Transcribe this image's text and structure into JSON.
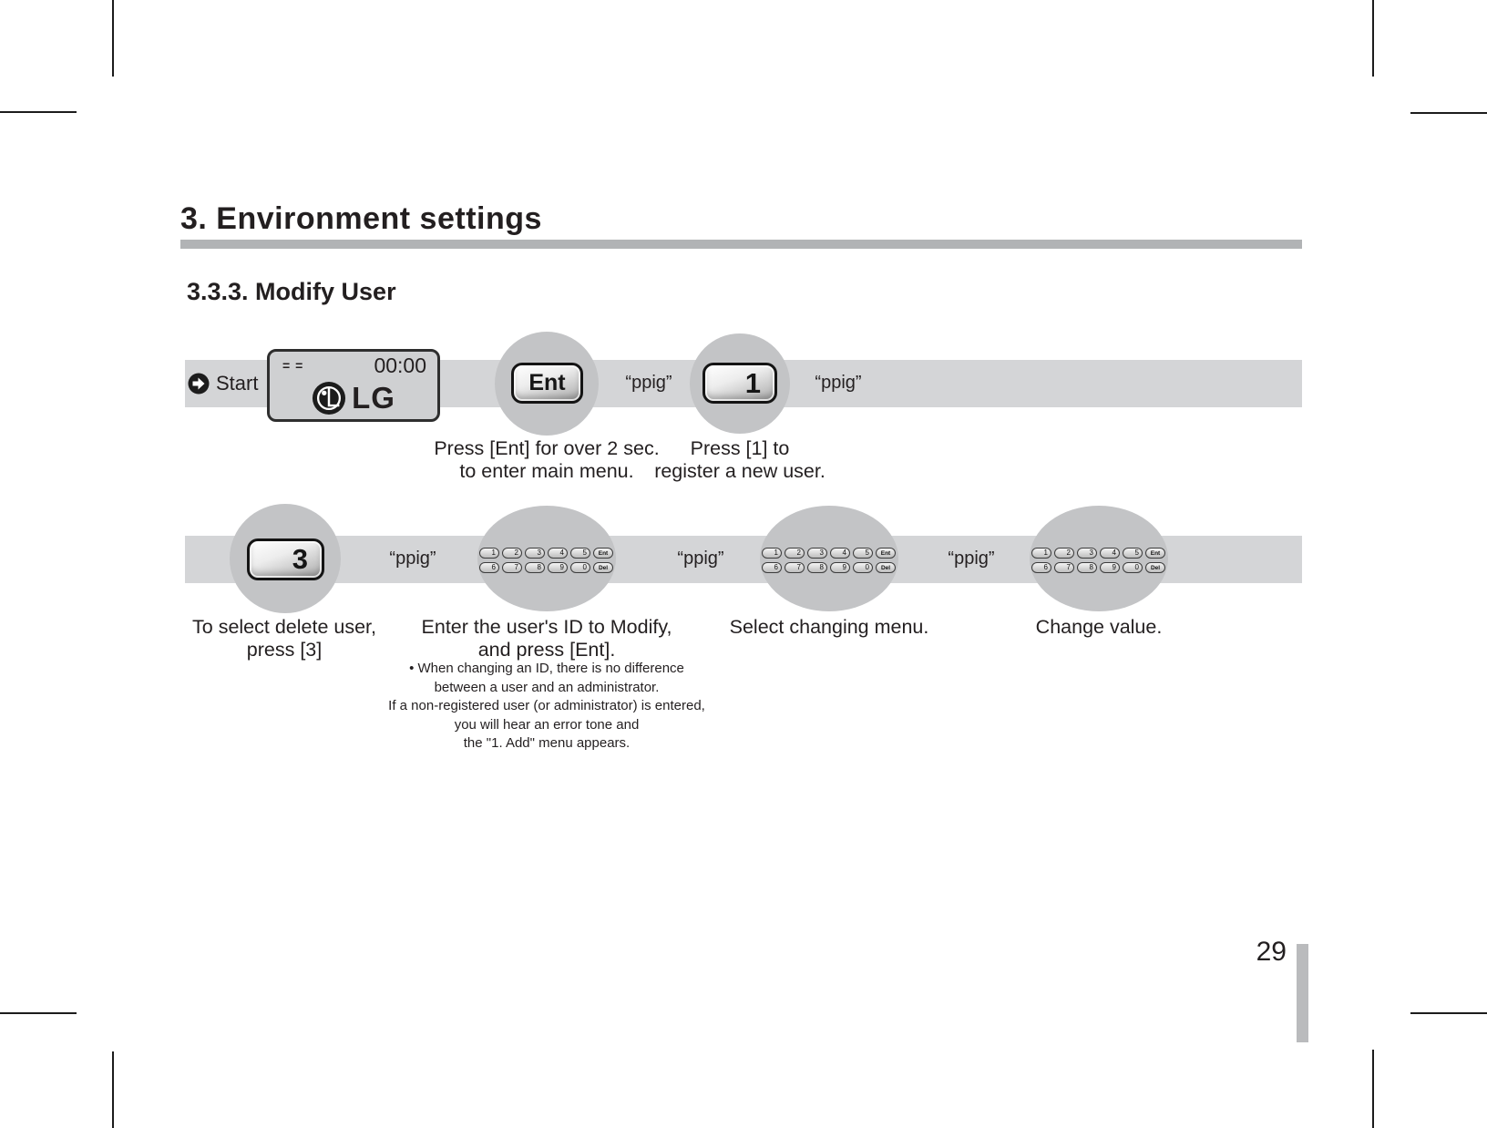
{
  "page": {
    "title": "3. Environment settings",
    "section": "3.3.3. Modify User",
    "page_number": "29",
    "colors": {
      "band_gray": "#d4d5d7",
      "circle_gray": "#c3c4c6",
      "title_bar_gray": "#b1b3b5",
      "page_bar_gray": "#babbbd",
      "text": "#231f20"
    }
  },
  "start": {
    "label": "Start"
  },
  "device": {
    "status": "= =",
    "time": "00:00",
    "brand": "LG"
  },
  "keypad": {
    "row1": [
      "1",
      "2",
      "3",
      "4",
      "5",
      "Ent"
    ],
    "row2": [
      "6",
      "7",
      "8",
      "9",
      "0",
      "Del"
    ]
  },
  "flow1": {
    "ent_button": "Ent",
    "one_button": "1",
    "signals": [
      "“ppig”",
      "“ppig”"
    ],
    "caption_ent": [
      "Press [Ent] for over 2 sec.",
      "to enter main menu."
    ],
    "caption_one": [
      "Press [1] to",
      "register a new user."
    ]
  },
  "flow2": {
    "three_button": "3",
    "signals": [
      "“ppig”",
      "“ppig”",
      "“ppig”"
    ],
    "caption_three": [
      "To select delete user,",
      "press [3]"
    ],
    "caption_keypad1": [
      "Enter the user's ID to Modify,",
      "and press [Ent]."
    ],
    "notes": [
      "• When changing an ID, there is no difference",
      "between a user and an administrator.",
      "If a non-registered user (or administrator) is entered,",
      "you will hear an error tone and",
      "the \"1. Add\" menu appears."
    ],
    "caption_keypad2": "Select changing menu.",
    "caption_keypad3": "Change value."
  }
}
